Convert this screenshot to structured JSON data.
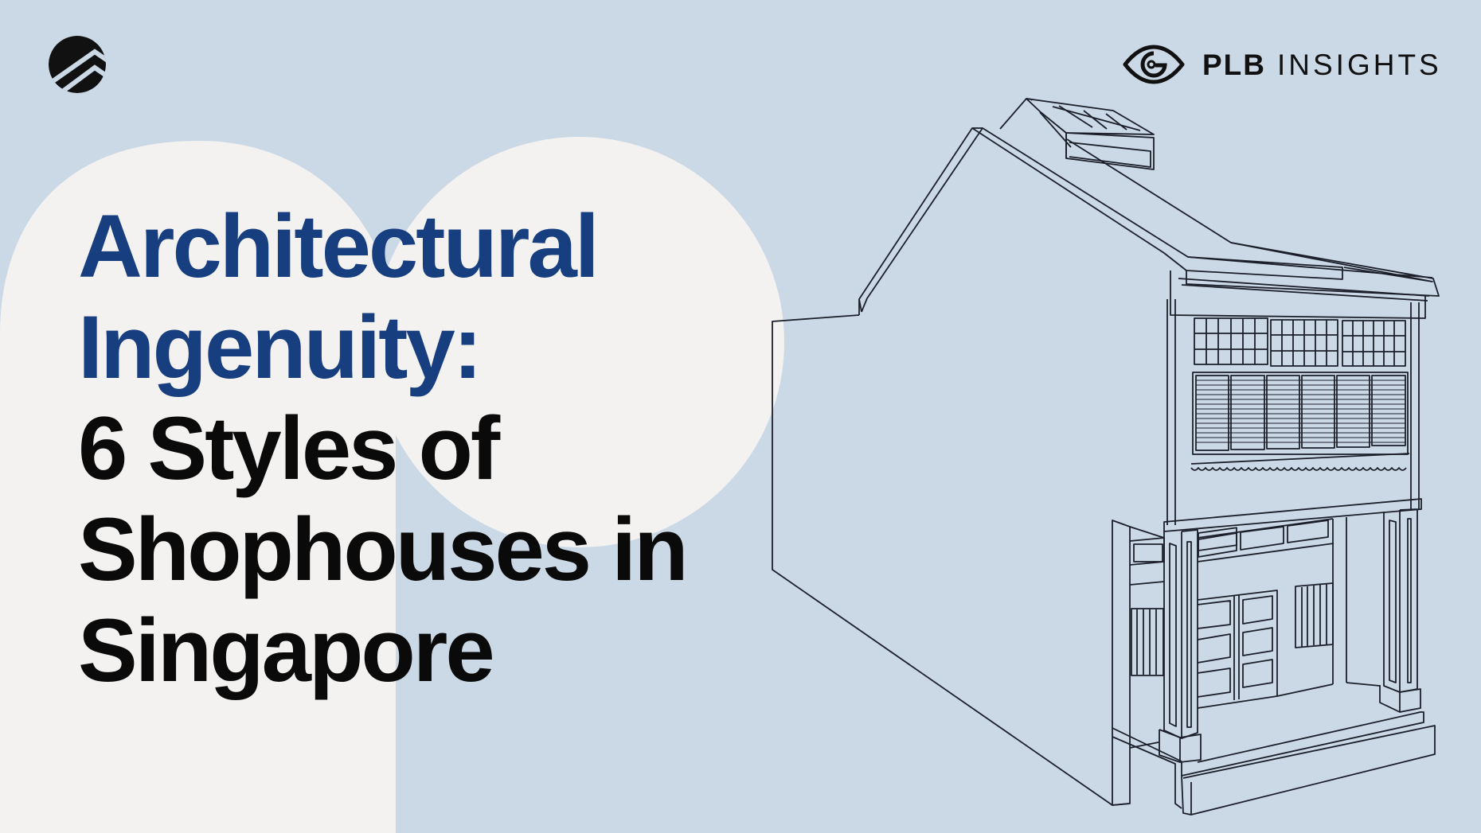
{
  "colors": {
    "background": "#CBD8E6",
    "cream_shape": "#F3F2F0",
    "headline_accent": "#173F7F",
    "headline_dark": "#0A0A0A",
    "line_art": "#1B1F2A",
    "logo": "#111111"
  },
  "brand": {
    "mark_icon": "circle-chevron-stripes-icon",
    "logo_icon": "eye-icon",
    "name_bold": "PLB",
    "name_light": "INSIGHTS"
  },
  "headline": {
    "lines": [
      {
        "text": "Architectural",
        "style": "accent"
      },
      {
        "text": "Ingenuity:",
        "style": "accent"
      },
      {
        "text": "6 Styles of",
        "style": "dark"
      },
      {
        "text": "Shophouses in",
        "style": "dark"
      },
      {
        "text": "Singapore",
        "style": "dark"
      }
    ]
  },
  "illustration": {
    "subject": "shophouse-line-drawing-icon",
    "description": "Two-storey Singapore shophouse in isometric line art with pitched roof, skylight, grid windows, louvred shutters, scalloped fascia, pillared five-foot way and double doors"
  }
}
